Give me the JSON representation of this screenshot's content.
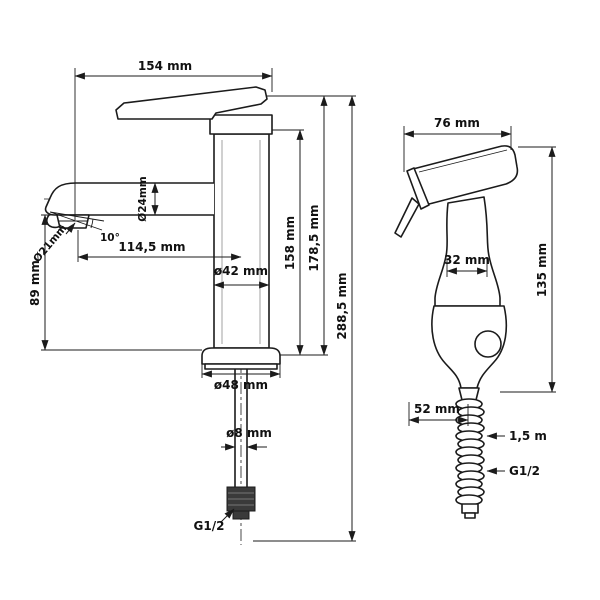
{
  "drawing": {
    "kind": "technical dimension drawing",
    "background": "#ffffff",
    "line_color": "#1b1b1b"
  },
  "faucet": {
    "dims": {
      "overall_width": "154 mm",
      "spout_tube_dia": "Ø24mm",
      "aerator_dia": "Ø21mm",
      "outlet_angle": "10°",
      "spout_reach": "114,5 mm",
      "outlet_height": "89 mm",
      "body_dia": "ø42 mm",
      "cap_height": "158 mm",
      "handle_height": "178,5 mm",
      "overall_height": "288,5 mm",
      "base_dia": "ø48 mm",
      "pipe_dia": "ø8 mm",
      "thread": "G1/2"
    }
  },
  "sprayer": {
    "dims": {
      "head_width": "76 mm",
      "grip_dia": "32 mm",
      "height": "135 mm",
      "holder_width": "52 mm",
      "hose_length": "1,5 m",
      "thread": "G1/2"
    }
  }
}
